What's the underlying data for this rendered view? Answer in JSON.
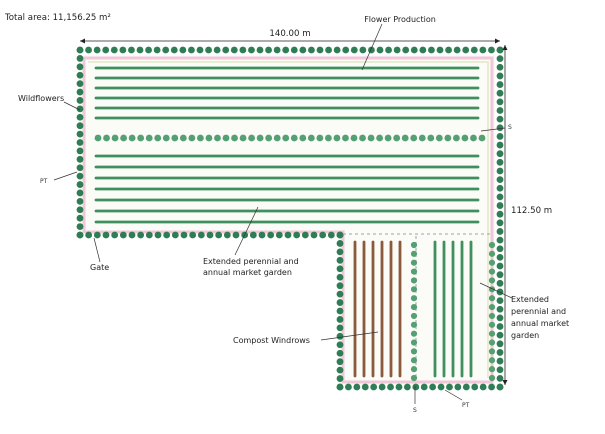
{
  "header": {
    "total_area": "Total area: 11,156.25 m²"
  },
  "dimensions": {
    "width_label": "140.00 m",
    "height_label": "112.50 m"
  },
  "labels": {
    "flower_production": "Flower Production",
    "wildflowers": "Wildflowers",
    "gate": "Gate",
    "market_garden_main": [
      "Extended perennial and",
      "annual market garden"
    ],
    "market_garden_right": [
      "Extended",
      "perennial and",
      "annual market",
      "garden"
    ],
    "compost_windrows": "Compost Windrows",
    "s_right": "S",
    "s_bottom": "S",
    "pt_left": "PT",
    "pt_bottom": "PT"
  },
  "colors": {
    "hedge_tree": "#2f7d55",
    "hedge_tree_light": "#55a072",
    "crop_row": "#3f8f5f",
    "compost_row": "#8b5a3c",
    "wildflower_border": "#f1c7da",
    "inner_strip": "#e9ecd0",
    "dashed_line": "#9aa6b2"
  }
}
